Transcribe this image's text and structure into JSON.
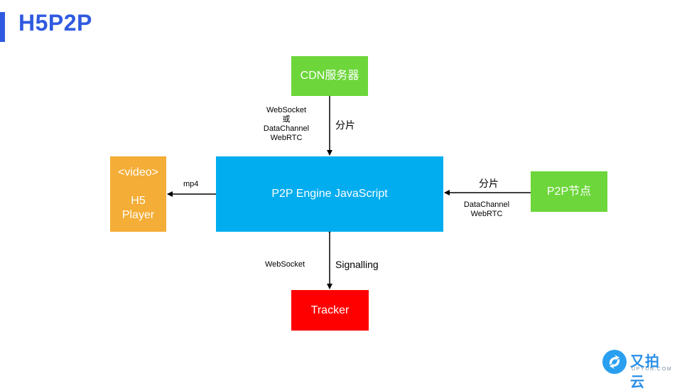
{
  "title": "H5P2P",
  "colors": {
    "title": "#2f5ae0",
    "green": "#6cd63a",
    "blue": "#02adef",
    "orange": "#f4ad36",
    "red": "#fe0000",
    "arrow": "#000000"
  },
  "nodes": {
    "cdn": "CDN服务器",
    "engine": "P2P Engine JavaScript",
    "player": {
      "line1": "<video>",
      "line2": "H5",
      "line3": "Player"
    },
    "peer": "P2P节点",
    "tracker": "Tracker"
  },
  "edges": {
    "cdn_engine": {
      "protocols": [
        "WebSocket",
        "或",
        "DataChannel",
        "WebRTC"
      ],
      "label": "分片"
    },
    "engine_player": {
      "label": "mp4"
    },
    "peer_engine": {
      "label": "分片",
      "protocols": [
        "DataChannel",
        "WebRTC"
      ]
    },
    "engine_tracker": {
      "protocol": "WebSocket",
      "label": "Signalling"
    }
  },
  "logo": {
    "icon": "upyun-logo-icon",
    "name_cn": "又拍云",
    "name_en": "UPYUN.COM"
  }
}
